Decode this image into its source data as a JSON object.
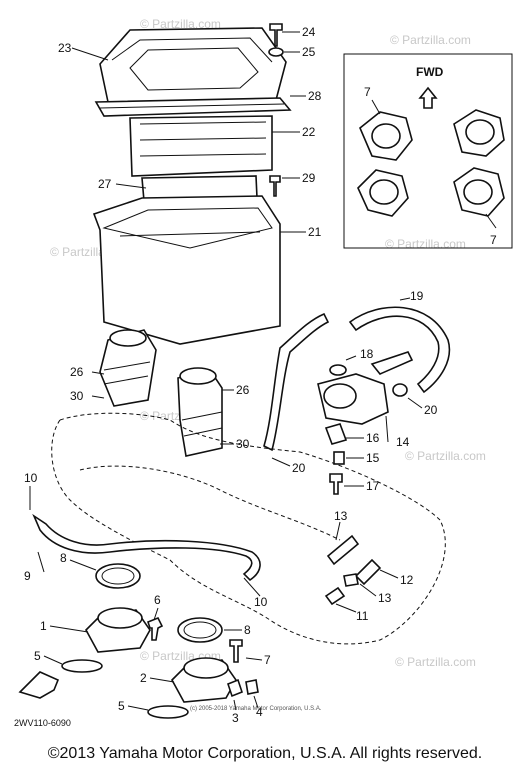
{
  "watermark": "© Partzilla.com",
  "fwd_label": "FWD",
  "diagram_code": "2WV110-6090",
  "small_copyright": "(c) 2005-2018 Yamaha Motor Corporation, U.S.A.",
  "copyright": "©2013 Yamaha Motor Corporation, U.S.A. All rights reserved.",
  "callouts": {
    "n1": "1",
    "n2": "2",
    "n3": "3",
    "n4": "4",
    "n5": "5",
    "n6": "6",
    "n7": "7",
    "n8": "8",
    "n9": "9",
    "n10": "10",
    "n11": "11",
    "n12": "12",
    "n13": "13",
    "n14": "14",
    "n15": "15",
    "n16": "16",
    "n17": "17",
    "n18": "18",
    "n19": "19",
    "n20": "20",
    "n21": "21",
    "n22": "22",
    "n23": "23",
    "n24": "24",
    "n25": "25",
    "n26": "26",
    "n27": "27",
    "n28": "28",
    "n29": "29",
    "n30": "30"
  }
}
